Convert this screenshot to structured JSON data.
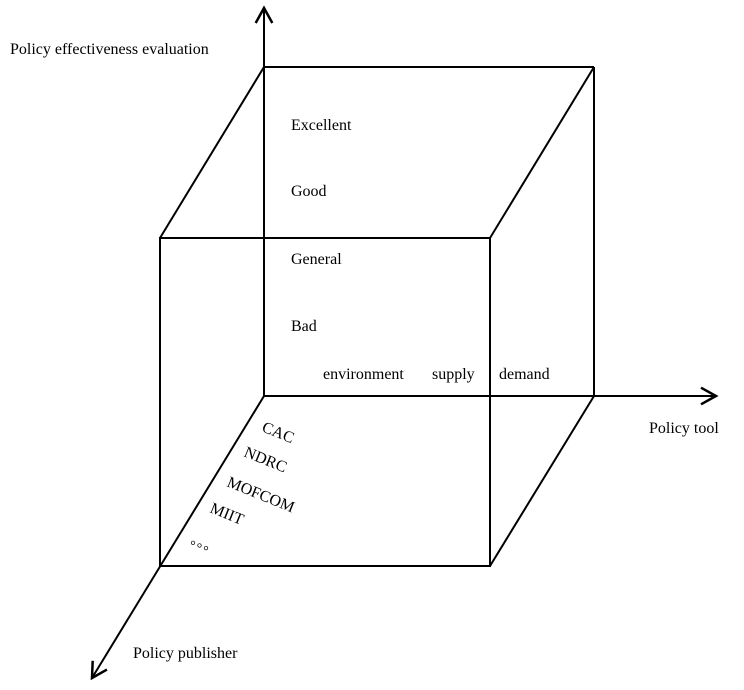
{
  "axes": {
    "vertical": {
      "label": "Policy effectiveness evaluation"
    },
    "horizontal": {
      "label": "Policy tool"
    },
    "depth": {
      "label": "Policy publisher"
    }
  },
  "evaluation_levels": [
    "Excellent",
    "Good",
    "General",
    "Bad"
  ],
  "policy_tools": [
    "environment",
    "supply",
    "demand"
  ],
  "publishers": [
    "CAC",
    "NDRC",
    "MOFCOM",
    "MIIT"
  ],
  "ellipsis": "。。。"
}
